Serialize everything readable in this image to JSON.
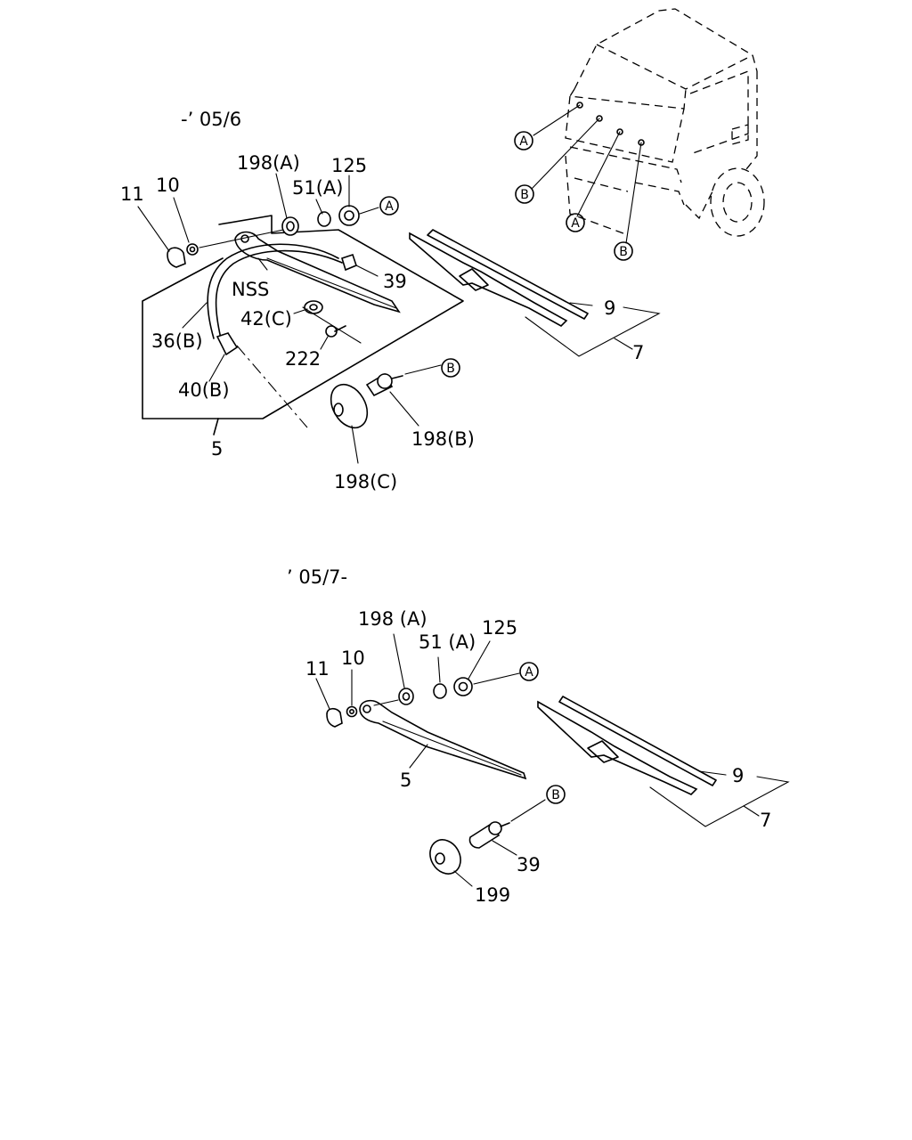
{
  "sections": {
    "top_date": "-’ 05/6",
    "bottom_date": "’ 05/7-"
  },
  "refs": {
    "a": "A",
    "b": "B"
  },
  "top_labels": {
    "l11": "11",
    "l10": "10",
    "l198a": "198(A)",
    "l51a": "51(A)",
    "l125": "125",
    "l39": "39",
    "lnss": "NSS",
    "l42c": "42(C)",
    "l36b": "36(B)",
    "l222": "222",
    "l40b": "40(B)",
    "l5": "5",
    "l198c": "198(C)",
    "l198b": "198(B)",
    "l9": "9",
    "l7": "7"
  },
  "bottom_labels": {
    "l198a": "198 (A)",
    "l51a": "51 (A)",
    "l125": "125",
    "l11": "11",
    "l10": "10",
    "l5": "5",
    "l9": "9",
    "l7": "7",
    "l39": "39",
    "l199": "199"
  }
}
